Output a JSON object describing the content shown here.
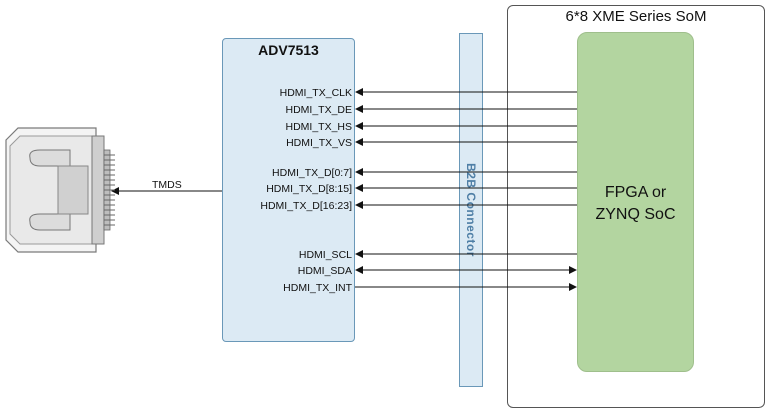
{
  "som": {
    "title": "6*8 XME Series SoM"
  },
  "fpga": {
    "line1": "FPGA or",
    "line2": "ZYNQ SoC"
  },
  "adv": {
    "title": "ADV7513"
  },
  "b2b": {
    "label": "B2B Connector"
  },
  "tmds": {
    "label": "TMDS"
  },
  "signals": [
    {
      "label": "HDMI_TX_CLK",
      "direction": "to-adv"
    },
    {
      "label": "HDMI_TX_DE",
      "direction": "to-adv"
    },
    {
      "label": "HDMI_TX_HS",
      "direction": "to-adv"
    },
    {
      "label": "HDMI_TX_VS",
      "direction": "to-adv"
    },
    {
      "label": "HDMI_TX_D[0:7]",
      "direction": "to-adv"
    },
    {
      "label": "HDMI_TX_D[8:15]",
      "direction": "to-adv"
    },
    {
      "label": "HDMI_TX_D[16:23]",
      "direction": "to-adv"
    },
    {
      "label": "HDMI_SCL",
      "direction": "to-adv"
    },
    {
      "label": "HDMI_SDA",
      "direction": "bidirectional"
    },
    {
      "label": "HDMI_TX_INT",
      "direction": "to-fpga"
    }
  ]
}
